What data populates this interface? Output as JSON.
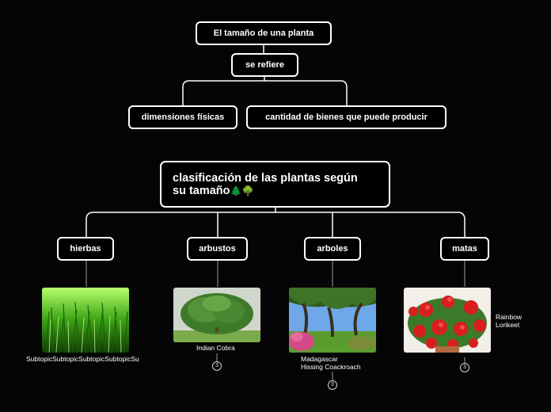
{
  "top": {
    "title": "El tamaño de una planta",
    "connector": "se refiere",
    "branches": [
      "dimensiones físicas",
      "cantidad de bienes  que puede producir"
    ]
  },
  "main": {
    "line1": "clasificación de las plantas según",
    "line2": "su tamaño",
    "emoji": "🌲🌳"
  },
  "categories": [
    {
      "label": "hierbas",
      "image": "grass-photo",
      "caption": "SubtopicSubtopicSubtopicSubtopicSu",
      "badge": ""
    },
    {
      "label": "arbustos",
      "image": "shrub-photo",
      "caption": "Indian Cobra",
      "badge": "3"
    },
    {
      "label": "arboles",
      "image": "oak-trees-photo",
      "caption_line1": "Madagascar",
      "caption_line2": "Hissing Coackroach",
      "badge": "3"
    },
    {
      "label": "matas",
      "image": "red-geranium-photo",
      "side_line1": "Rainbow",
      "side_line2": "Lorikeet",
      "badge": "3"
    }
  ],
  "colors": {
    "background": "#050505",
    "node_border": "#ffffff",
    "connector": "#ffffff",
    "text": "#ffffff"
  }
}
